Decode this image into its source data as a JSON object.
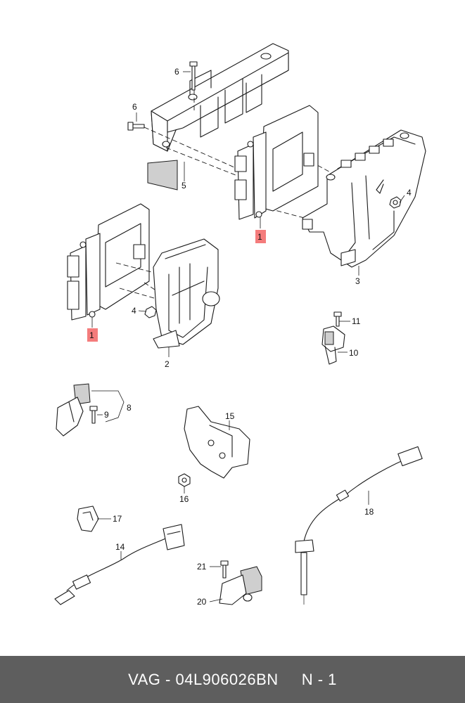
{
  "labels": {
    "c1a": "1",
    "c1b": "1",
    "c2": "2",
    "c3": "3",
    "c4a": "4",
    "c4b": "4",
    "c5": "5",
    "c6a": "6",
    "c6b": "6",
    "c8": "8",
    "c9": "9",
    "c10": "10",
    "c11": "11",
    "c14": "14",
    "c15": "15",
    "c16": "16",
    "c17": "17",
    "c18": "18",
    "c20": "20",
    "c21": "21"
  },
  "footer": {
    "brand": "VAG",
    "sep1": " - ",
    "part_number": "04L906026BN",
    "sep2": "     ",
    "page": "N - 1"
  },
  "colors": {
    "highlight": "#f47c7c",
    "footer_bg": "#5e5e5e"
  }
}
